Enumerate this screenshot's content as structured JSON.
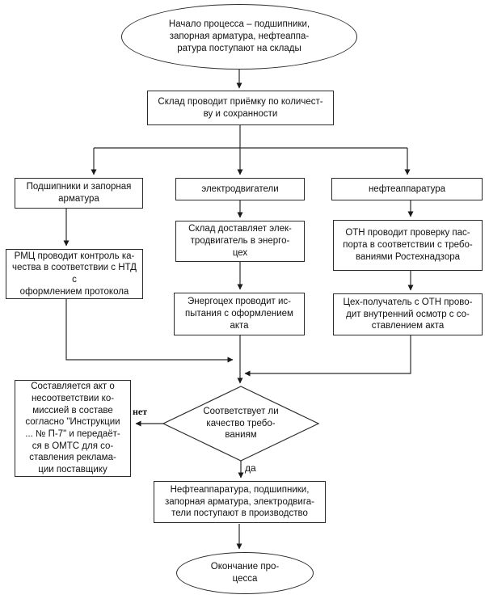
{
  "diagram": {
    "type": "flowchart",
    "language": "ru",
    "colors": {
      "line": "#2b2b2b",
      "background": "#ffffff",
      "node_fill": "#ffffff",
      "text": "#111111"
    },
    "nodes": {
      "start": {
        "shape": "terminator",
        "text": "Начало процесса – подшипники,\nзапорная арматура, нефтеаппа-\nратура поступают на склады"
      },
      "receive": {
        "shape": "process",
        "text": "Склад проводит приёмку по количест-\nву и сохранности"
      },
      "branch_bearings": {
        "shape": "process",
        "text": "Подшипники и запорная\nарматура"
      },
      "branch_motors": {
        "shape": "process",
        "text": "электродвигатели"
      },
      "branch_oil_equipment": {
        "shape": "process",
        "text": "нефтеаппаратура"
      },
      "rmc_control": {
        "shape": "process",
        "text": "РМЦ проводит контроль ка-\nчества в соответствии с НТД с\nоформлением протокола"
      },
      "warehouse_delivery": {
        "shape": "process",
        "text": "Склад доставляет элек-\nтродвигатель в энерго-\nцех"
      },
      "otn_passport_check": {
        "shape": "process",
        "text": "ОТН проводит проверку пас-\nпорта в соответствии с требо-\nваниями Ростехнадзора"
      },
      "energy_shop_tests": {
        "shape": "process",
        "text": "Энергоцех проводит ис-\nпытания с оформлением\nакта"
      },
      "receiving_shop_inspection": {
        "shape": "process",
        "text": "Цех-получатель с ОТН прово-\nдит внутренний осмотр с со-\nставлением акта"
      },
      "quality_decision": {
        "shape": "decision",
        "text": "Соответствует ли\nкачество требо-\nваниям"
      },
      "nonconformity_act": {
        "shape": "process",
        "text": "Составляется акт о\nнесоответствии ко-\nмиссией в составе\nсогласно \"Инструкции\n... № П-7\" и передаёт-\nся в ОМТС для со-\nставления реклама-\nции поставщику"
      },
      "to_production": {
        "shape": "process",
        "text": "Нефтеаппаратура, подшипники,\nзапорная арматура, электродвига-\nтели поступают в производство"
      },
      "end": {
        "shape": "terminator",
        "text": "Окончание про-\nцесса"
      }
    },
    "edge_labels": {
      "no": "нет",
      "yes": "да"
    }
  }
}
